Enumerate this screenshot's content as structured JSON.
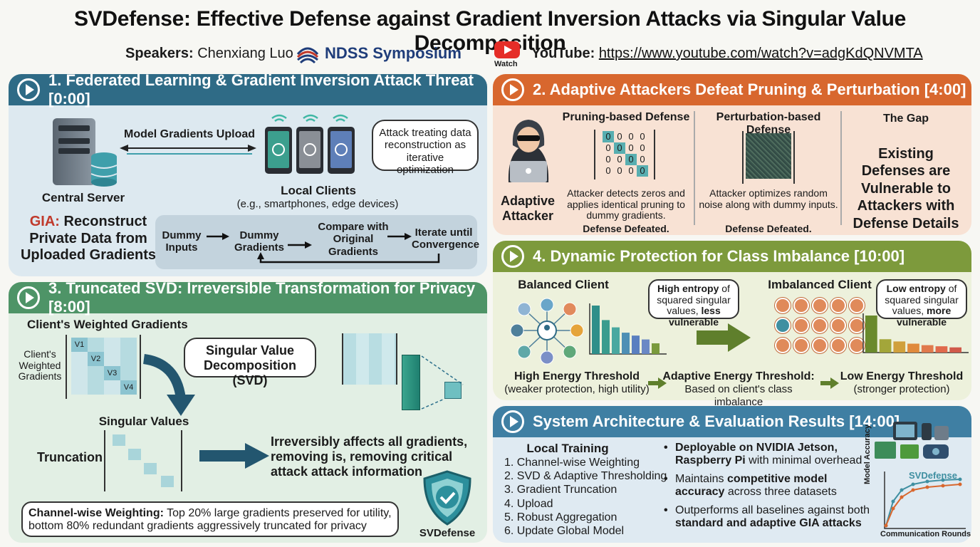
{
  "title": "SVDefense: Effective Defense against Gradient Inversion Attacks via Singular Value Decomposition",
  "header": {
    "speakers_label": "Speakers:",
    "speakers_name": "Chenxiang Luo",
    "ndss": "NDSS Symposium",
    "watch": "Watch",
    "youtube_label": "YouTube:",
    "youtube_url": "https://www.youtube.com/watch?v=adgKdQNVMTA"
  },
  "s1": {
    "title": "1. Federated Learning & Gradient Inversion Attack Threat [0:00]",
    "upload": "Model Gradients Upload",
    "server": "Central Server",
    "clients": "Local Clients",
    "clients_sub": "(e.g., smartphones, edge devices)",
    "bubble": "Attack treating data reconstruction as iterative optimization",
    "gia": "GIA:",
    "gia_rest": "Reconstruct Private Data from Uploaded Gradients",
    "flow": [
      "Dummy Inputs",
      "Dummy Gradients",
      "Compare with Original Gradients",
      "Iterate until Convergence"
    ]
  },
  "s2": {
    "title": "2. Adaptive Attackers Defeat Pruning & Perturbation [4:00]",
    "attacker": "Adaptive Attacker",
    "pruning": "Pruning-based Defense",
    "pruning_desc": "Attacker detects zeros and applies identical pruning to dummy gradients.",
    "pruning_defeated": "Defense Defeated.",
    "matrix": [
      [
        "0",
        "0",
        "0",
        "0"
      ],
      [
        "0",
        "0",
        "0",
        "0"
      ],
      [
        "0",
        "0",
        "0",
        "0"
      ],
      [
        "0",
        "0",
        "0",
        "0"
      ]
    ],
    "pert": "Perturbation-based Defense",
    "pert_desc": "Attacker optimizes random noise along with dummy inputs.",
    "pert_defeated": "Defense Defeated.",
    "gap": "The Gap",
    "gap_text": "Existing Defenses are Vulnerable to Attackers with Defense Details"
  },
  "s3": {
    "title": "3. Truncated SVD: Irreversible Transformation for Privacy [8:00]",
    "cwg": "Client's Weighted Gradients",
    "cwg_side": "Client's Weighted Gradients",
    "matrix_labels": [
      "V1",
      "V2",
      "V3",
      "V4"
    ],
    "svd": "Singular Value Decomposition (SVD)",
    "sv": "Singular Values",
    "truncation": "Truncation",
    "irreversible": "Irreversibly affects all gradients, removing is, removing critical attack attack information",
    "cw_label": "Channel-wise Weighting:",
    "cw_text": "Top 20% large gradients preserved for utility, bottom 80% redundant gradients aggressively truncated for privacy",
    "shield": "SVDefense"
  },
  "s4": {
    "title": "4. Dynamic Protection for Class Imbalance [10:00]",
    "balanced": "Balanced Client",
    "imbalanced": "Imbalanced Client",
    "bubble1_pre": "High entropy",
    "bubble1_mid": "of squared singular values,",
    "bubble1_post": "less vulnerable",
    "bubble2_pre": "Low entropy",
    "bubble2_mid": "of squared singular values,",
    "bubble2_post": "more vulnerable",
    "high": "High Energy Threshold",
    "high_sub": "(weaker protection, high utility)",
    "adaptive": "Adaptive Energy Threshold:",
    "adaptive_sub": "Based on client's class imbalance",
    "low": "Low Energy Threshold",
    "low_sub": "(stronger protection)",
    "bars_balanced": [
      1.0,
      0.7,
      0.55,
      0.44,
      0.38,
      0.3,
      0.22
    ],
    "bars_imbalanced": [
      1.0,
      0.36,
      0.3,
      0.24,
      0.2,
      0.17,
      0.14
    ]
  },
  "s5": {
    "title": "System Architecture & Evaluation Results [14:00]",
    "local": "Local Training",
    "steps": [
      "1. Channel-wise Weighting",
      "2. SVD & Adaptive Thresholding",
      "3. Gradient Truncation",
      "4. Upload",
      "5. Robust Aggregation",
      "6. Update Global Model"
    ],
    "b1_bold": "Deployable on NVIDIA Jetson, Raspberry Pi",
    "b1_rest": "with minimal overhead",
    "b2_pre": "Maintains",
    "b2_bold": "competitive model accuracy",
    "b2_rest": "across three datasets",
    "b3_pre": "Outperforms all baselines against both",
    "b3_bold": "standard and adaptive GIA attacks",
    "chart_label": "SVDefense",
    "ylabel": "Model Accuracy",
    "xlabel": "Communication Rounds"
  },
  "colors": {
    "blue": "#2f6b86",
    "orange": "#d8672e",
    "green": "#4e9467",
    "olive": "#7d9a3c",
    "teal": "#3f8fa1"
  }
}
